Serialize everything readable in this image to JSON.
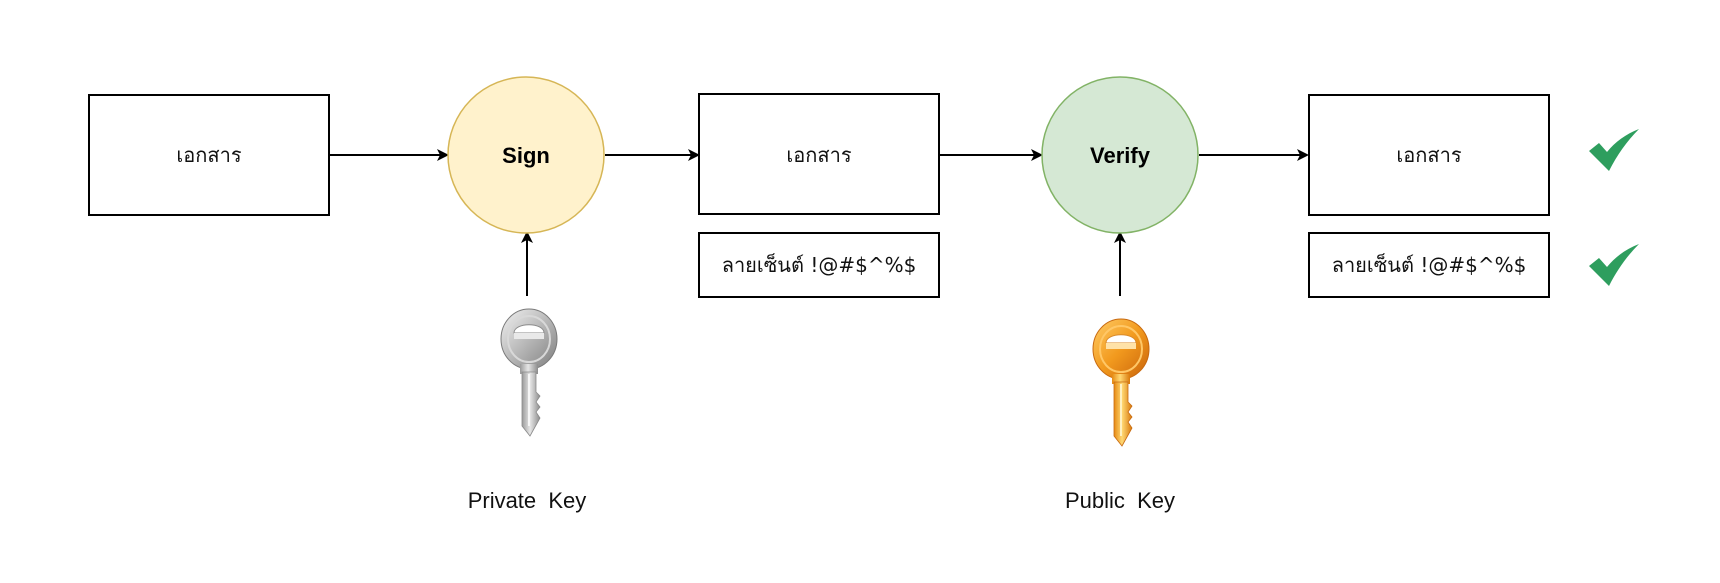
{
  "diagram": {
    "nodes": {
      "doc_original": {
        "label": "เอกสาร"
      },
      "sign": {
        "label": "Sign"
      },
      "doc_signed": {
        "label": "เอกสาร"
      },
      "signature_signed": {
        "label": "ลายเซ็นต์ !@#$^%$"
      },
      "verify": {
        "label": "Verify"
      },
      "doc_verified": {
        "label": "เอกสาร"
      },
      "signature_verified": {
        "label": "ลายเซ็นต์ !@#$^%$"
      }
    },
    "keys": {
      "private": {
        "label": "Private  Key",
        "icon": "silver-key-icon"
      },
      "public": {
        "label": "Public  Key",
        "icon": "gold-key-icon"
      }
    },
    "checks": [
      {
        "icon": "checkmark-icon",
        "target": "doc_verified"
      },
      {
        "icon": "checkmark-icon",
        "target": "signature_verified"
      }
    ],
    "edges": [
      {
        "from": "doc_original",
        "to": "sign"
      },
      {
        "from": "sign",
        "to": "doc_signed"
      },
      {
        "from": "doc_signed",
        "to": "verify"
      },
      {
        "from": "verify",
        "to": "doc_verified"
      },
      {
        "from": "private_key",
        "to": "sign"
      },
      {
        "from": "public_key",
        "to": "verify"
      }
    ],
    "colors": {
      "sign_fill": "#fff2cc",
      "sign_stroke": "#d6b656",
      "verify_fill": "#d5e8d4",
      "verify_stroke": "#82b366",
      "check": "#2e9e5e",
      "box_stroke": "#000000"
    }
  }
}
